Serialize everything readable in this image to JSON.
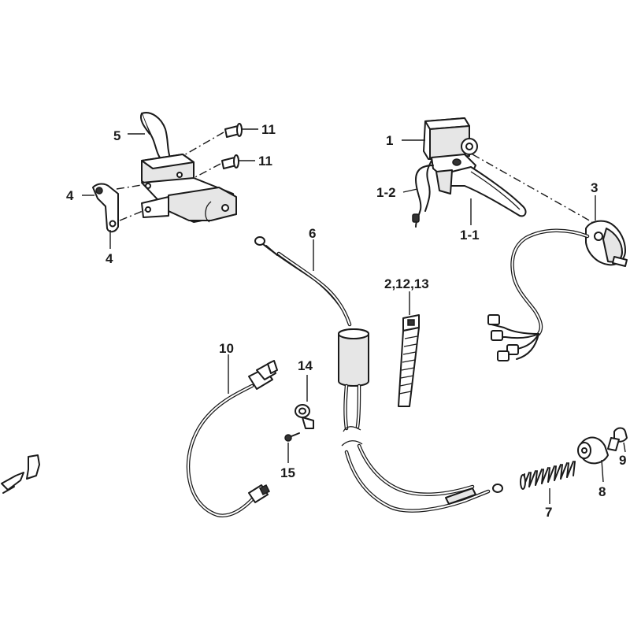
{
  "callouts": {
    "c5": "5",
    "c11a": "11",
    "c11b": "11",
    "c4a": "4",
    "c4b": "4",
    "c1": "1",
    "c1_2": "1-2",
    "c1_1": "1-1",
    "c3": "3",
    "c6": "6",
    "c2_12_13": "2,12,13",
    "c10": "10",
    "c14": "14",
    "c15": "15",
    "c7": "7",
    "c8": "8",
    "c9": "9"
  }
}
